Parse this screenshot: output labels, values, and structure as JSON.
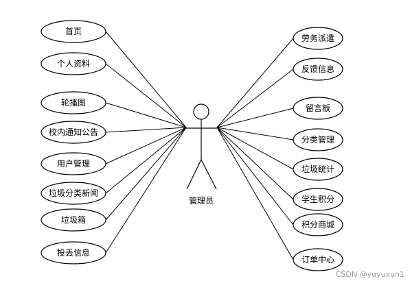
{
  "actor": {
    "name": "管理员"
  },
  "left_use_cases": [
    "首页",
    "个人资料",
    "轮播图",
    "校内通知公告",
    "用户管理",
    "垃圾分类新闻",
    "垃圾箱",
    "投丢信息"
  ],
  "right_use_cases": [
    "劳务派遣",
    "反馈信息",
    "留言板",
    "分类管理",
    "垃圾统计",
    "学生积分",
    "积分商城",
    "订单中心"
  ],
  "watermark": "CSDN @yuyuxun1"
}
